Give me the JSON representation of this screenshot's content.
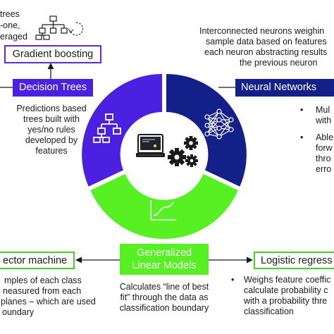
{
  "colors": {
    "purple": "#4b20e0",
    "navy": "#14208a",
    "green": "#56f023",
    "outline_purple": "#5a2be0",
    "outline_green": "#3ed61c",
    "dark": "#1a1a1a"
  },
  "top_left": {
    "lines": [
      "trees",
      "-one,",
      "eraged"
    ]
  },
  "gradient_boosting": {
    "label": "Gradient boosting"
  },
  "decision_trees": {
    "label": "Decision Trees",
    "description": [
      "Predictions based",
      "trees built with",
      "yes/no rules",
      "developed by",
      "features"
    ]
  },
  "neural_networks": {
    "label": "Neural Networks",
    "description": [
      "Interconnected neurons weighin",
      "sample data based on features",
      "each neuron abstracting results",
      "the previous neuron"
    ],
    "bullets": [
      [
        "Mul",
        "with"
      ],
      [
        "Able",
        "forw",
        "thro",
        "erro"
      ]
    ]
  },
  "glm": {
    "label_lines": [
      "Generalized",
      "Linear Models"
    ],
    "description": [
      "Calculates “line of best",
      "fit” through the data as",
      "classification boundary"
    ]
  },
  "svm": {
    "label": "ector machine",
    "description": [
      "mples of each class",
      "neasured from each",
      "planes – which are used",
      "oundary"
    ]
  },
  "logistic": {
    "label": "Logistic regress",
    "bullets": [
      [
        "Weighs feature coeffic",
        "calculate probability c",
        "with a probability thre",
        "classification"
      ]
    ]
  },
  "icons": {
    "tree_small": "tree-diagram-icon",
    "cycle": "refresh-cycle-icon",
    "tree_ring": "tree-diagram-icon",
    "network": "neural-network-icon",
    "curve": "curve-line-icon",
    "computer": "computer-monitor-icon",
    "gears": "gears-icon"
  }
}
